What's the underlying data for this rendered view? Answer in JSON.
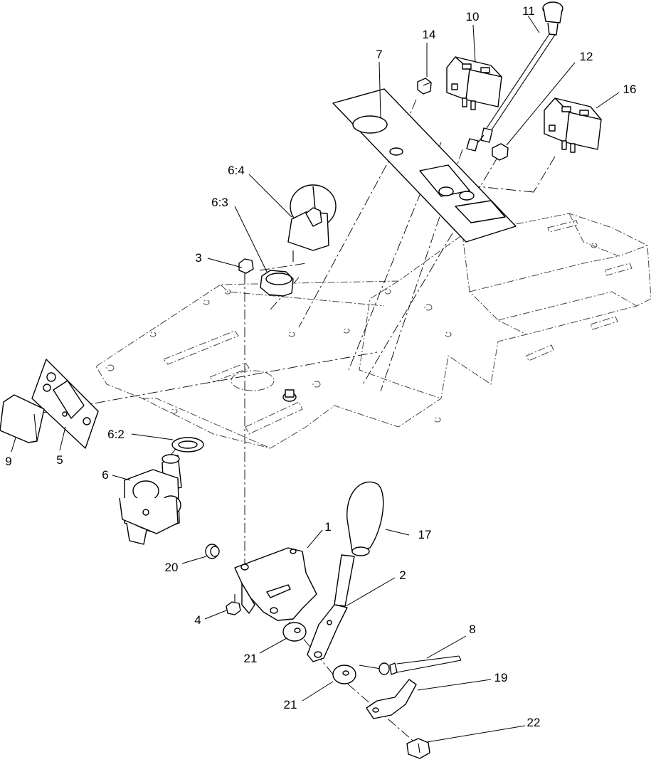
{
  "callouts": [
    {
      "id": "c1",
      "text": "1"
    },
    {
      "id": "c2",
      "text": "2"
    },
    {
      "id": "c3",
      "text": "3"
    },
    {
      "id": "c4",
      "text": "4"
    },
    {
      "id": "c5",
      "text": "5"
    },
    {
      "id": "c6",
      "text": "6"
    },
    {
      "id": "c6_2",
      "text": "6:2"
    },
    {
      "id": "c6_3",
      "text": "6:3"
    },
    {
      "id": "c6_4",
      "text": "6:4"
    },
    {
      "id": "c7",
      "text": "7"
    },
    {
      "id": "c8",
      "text": "8"
    },
    {
      "id": "c9",
      "text": "9"
    },
    {
      "id": "c10",
      "text": "10"
    },
    {
      "id": "c11",
      "text": "11"
    },
    {
      "id": "c12",
      "text": "12"
    },
    {
      "id": "c14",
      "text": "14"
    },
    {
      "id": "c16",
      "text": "16"
    },
    {
      "id": "c17",
      "text": "17"
    },
    {
      "id": "c19",
      "text": "19"
    },
    {
      "id": "c20",
      "text": "20"
    },
    {
      "id": "c21a",
      "text": "21"
    },
    {
      "id": "c21b",
      "text": "21"
    },
    {
      "id": "c22",
      "text": "22"
    }
  ]
}
